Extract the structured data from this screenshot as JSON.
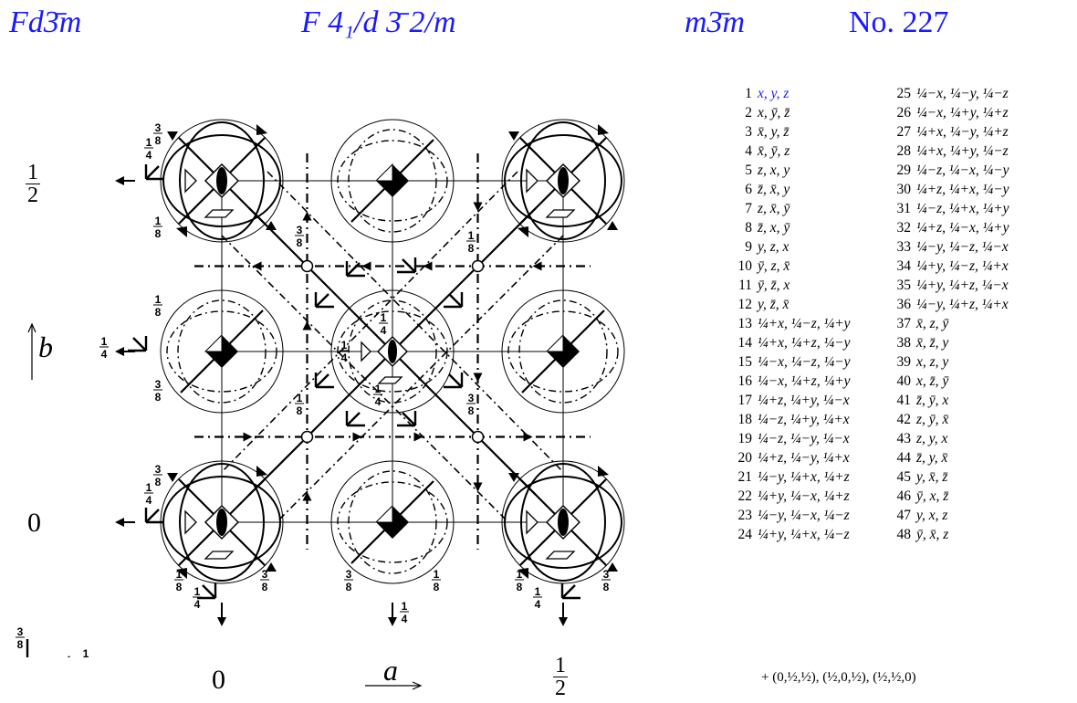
{
  "header": {
    "short_symbol": "Fd3̄m",
    "full_symbol": "F 4₁/d 3̄ 2/m",
    "point_group": "m3̄m",
    "number": "No. 227"
  },
  "axes": {
    "a_label": "a",
    "b_label": "b",
    "x_ticks": [
      "0",
      "1/2"
    ],
    "y_ticks": [
      "1/2",
      "0"
    ]
  },
  "diagram_fractions": [
    "3/8",
    "1/4",
    "1/8",
    "3/8",
    "1/4",
    "1/8",
    "1/4",
    "3/8",
    "1/8",
    "1/4",
    "1/8",
    "3/8",
    "1/4",
    "1/4",
    "1/4"
  ],
  "positions_left": [
    {
      "n": "1",
      "t": "x, y, z"
    },
    {
      "n": "2",
      "t": "x, ȳ, z̄"
    },
    {
      "n": "3",
      "t": "x̄, y, z̄"
    },
    {
      "n": "4",
      "t": "x̄, ȳ, z"
    },
    {
      "n": "5",
      "t": "z, x, y"
    },
    {
      "n": "6",
      "t": "z̄, x̄, y"
    },
    {
      "n": "7",
      "t": "z, x̄, ȳ"
    },
    {
      "n": "8",
      "t": "z̄, x, ȳ"
    },
    {
      "n": "9",
      "t": "y, z, x"
    },
    {
      "n": "10",
      "t": "ȳ, z, x̄"
    },
    {
      "n": "11",
      "t": "ȳ, z̄, x"
    },
    {
      "n": "12",
      "t": "y, z̄, x̄"
    },
    {
      "n": "13",
      "t": "¼+x, ¼−z, ¼+y"
    },
    {
      "n": "14",
      "t": "¼+x, ¼+z, ¼−y"
    },
    {
      "n": "15",
      "t": "¼−x, ¼−z, ¼−y"
    },
    {
      "n": "16",
      "t": "¼−x, ¼+z, ¼+y"
    },
    {
      "n": "17",
      "t": "¼+z, ¼+y, ¼−x"
    },
    {
      "n": "18",
      "t": "¼−z, ¼+y, ¼+x"
    },
    {
      "n": "19",
      "t": "¼−z, ¼−y, ¼−x"
    },
    {
      "n": "20",
      "t": "¼+z, ¼−y, ¼+x"
    },
    {
      "n": "21",
      "t": "¼−y, ¼+x, ¼+z"
    },
    {
      "n": "22",
      "t": "¼+y, ¼−x, ¼+z"
    },
    {
      "n": "23",
      "t": "¼−y, ¼−x, ¼−z"
    },
    {
      "n": "24",
      "t": "¼+y, ¼+x, ¼−z"
    }
  ],
  "positions_right": [
    {
      "n": "25",
      "t": "¼−x, ¼−y, ¼−z"
    },
    {
      "n": "26",
      "t": "¼−x, ¼+y, ¼+z"
    },
    {
      "n": "27",
      "t": "¼+x, ¼−y, ¼+z"
    },
    {
      "n": "28",
      "t": "¼+x, ¼+y, ¼−z"
    },
    {
      "n": "29",
      "t": "¼−z, ¼−x, ¼−y"
    },
    {
      "n": "30",
      "t": "¼+z, ¼+x, ¼−y"
    },
    {
      "n": "31",
      "t": "¼−z, ¼+x, ¼+y"
    },
    {
      "n": "32",
      "t": "¼+z, ¼−x, ¼+y"
    },
    {
      "n": "33",
      "t": "¼−y, ¼−z, ¼−x"
    },
    {
      "n": "34",
      "t": "¼+y, ¼−z, ¼+x"
    },
    {
      "n": "35",
      "t": "¼+y, ¼+z, ¼−x"
    },
    {
      "n": "36",
      "t": "¼−y, ¼+z, ¼+x"
    },
    {
      "n": "37",
      "t": "x̄, z, ȳ"
    },
    {
      "n": "38",
      "t": "x̄, z̄, y"
    },
    {
      "n": "39",
      "t": "x, z, y"
    },
    {
      "n": "40",
      "t": "x, z̄, ȳ"
    },
    {
      "n": "41",
      "t": "z̄, ȳ, x"
    },
    {
      "n": "42",
      "t": "z, ȳ, x̄"
    },
    {
      "n": "43",
      "t": "z, y, x"
    },
    {
      "n": "44",
      "t": "z̄, y, x̄"
    },
    {
      "n": "45",
      "t": "y, x̄, z̄"
    },
    {
      "n": "46",
      "t": "ȳ, x, z̄"
    },
    {
      "n": "47",
      "t": "y, x, z"
    },
    {
      "n": "48",
      "t": "ȳ, x̄, z"
    }
  ],
  "centering": "+ (0,½,½), (½,0,½), (½,½,0)",
  "colors": {
    "accent": "#1a1aff",
    "line": "#000000"
  }
}
